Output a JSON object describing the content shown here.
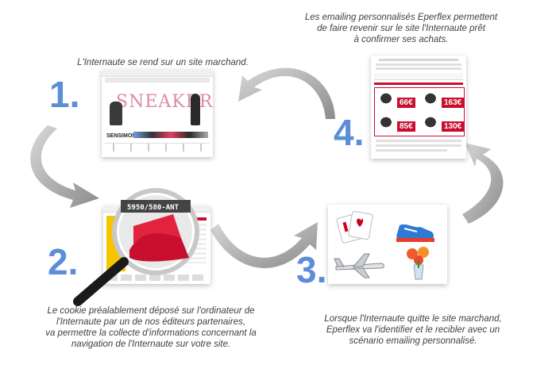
{
  "steps": [
    {
      "number": "1.",
      "caption": "L'Internaute se rend sur un site marchand."
    },
    {
      "number": "2.",
      "caption_lines": [
        "Le cookie préalablement déposé sur l'ordinateur de",
        "l'Internaute par un de nos éditeurs partenaires,",
        "va permettre la collecte d'informations concernant la",
        "navigation de l'Internaute sur votre site."
      ]
    },
    {
      "number": "3.",
      "caption_lines": [
        "Lorsque l'Internaute quitte le site marchand,",
        "Eperflex va l'identifier et le recibler avec un",
        "scénario emailing personnalisé."
      ]
    },
    {
      "number": "4.",
      "caption_lines": [
        "Les emailing personnalisés Eperflex permettent",
        "de faire revenir sur le site l'Internaute prêt",
        "à confirmer ses achats."
      ]
    }
  ],
  "screenshot1": {
    "hero": "SNEAKERS",
    "brand": "SENSIMON"
  },
  "screenshot2": {
    "lens_code": "5950/580-ANT"
  },
  "email": {
    "prices": [
      "66€",
      "163€",
      "85€",
      "130€"
    ]
  },
  "colors": {
    "accent": "#5b8ed6",
    "arrow": "#a0a0a0",
    "brand_red": "#c8102e"
  },
  "icons": [
    "playing-cards-icon",
    "sneaker-icon",
    "airplane-icon",
    "flowers-icon"
  ]
}
